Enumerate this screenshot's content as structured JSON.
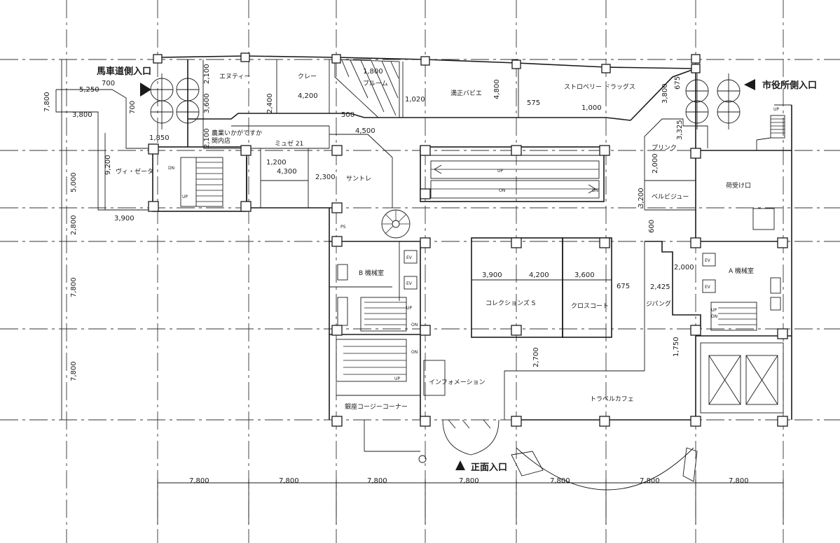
{
  "entrances": {
    "carriage": "馬車道側入口",
    "cityhall": "市役所側入口",
    "main": "正面入口"
  },
  "rooms": {
    "esutei": "エヌティー",
    "kure": "クレー",
    "bloom": "ブルーム",
    "rinsei": "満正バビエ",
    "strawberry": "ストロベリー ドラッグス",
    "kanko1": "農業いかがですか",
    "kanko2": "関内店",
    "muse": "ミュゼ 21",
    "vizeta": "ヴィ・ゼータ",
    "santore": "サントレ",
    "pring": "プリンク",
    "belbijou": "ベルビジュー",
    "reception": "荷受け口",
    "b_machine": "B 機械室",
    "a_machine": "A 機械室",
    "collections": "コレクションズ S",
    "crosscourt": "クロスコート",
    "jipang": "ジパング",
    "information": "インフォメーション",
    "cozy": "銀座コージーコーナー",
    "travelcafe": "トラベルカフェ",
    "ps": "PS",
    "ev": "EV"
  },
  "stair_labels": {
    "up": "UP",
    "dn": "DN",
    "on": "ON"
  },
  "dims": {
    "d7800": "7,800",
    "d5250": "5,250",
    "d700": "700",
    "d3800": "3,800",
    "d1850": "1,850",
    "d9200": "9,200",
    "d3900": "3,900",
    "d5000": "5,000",
    "d2800": "2,800",
    "d2100": "2,100",
    "d3600": "3,600",
    "d2400": "2,400",
    "d4200": "4,200",
    "d1800": "1,800",
    "d1020": "1,020",
    "d4800": "4,800",
    "d575": "575",
    "d1000": "1,000",
    "d500": "500",
    "d4500": "4,500",
    "d1200": "1,200",
    "d4300": "4,300",
    "d2300": "2,300",
    "d675": "675",
    "d3325": "3,325",
    "d2000": "2,000",
    "d3200": "3,200",
    "d600": "600",
    "d2425": "2,425",
    "d1750": "1,750",
    "d2700": "2,700"
  }
}
